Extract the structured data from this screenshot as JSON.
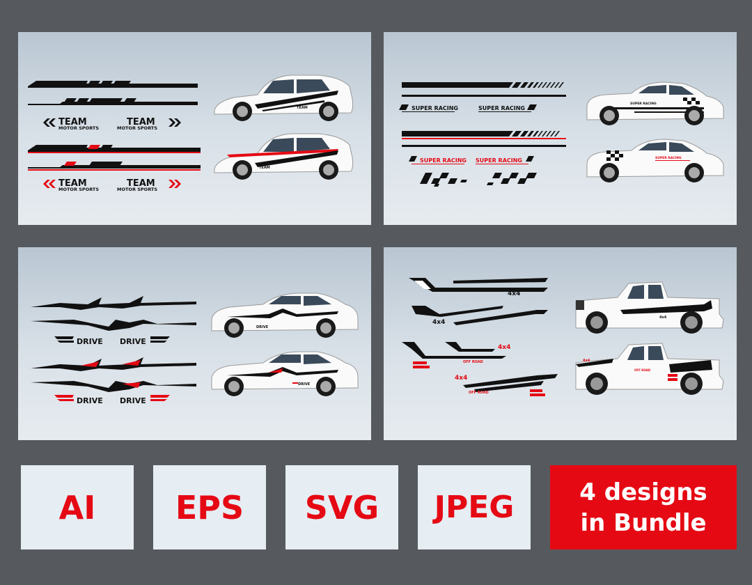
{
  "panels": {
    "team": {
      "title": "TEAM",
      "subtitle": "MOTOR SPORTS",
      "car_label": "TEAM"
    },
    "racing": {
      "label": "SUPER RACING"
    },
    "drive": {
      "label": "DRIVE"
    },
    "offroad": {
      "label": "4x4",
      "sublabel": "OFF ROAD"
    }
  },
  "formats": [
    "AI",
    "EPS",
    "SVG",
    "JPEG"
  ],
  "bundle": "4 designs\nin Bundle",
  "colors": {
    "accent": "#e50914",
    "dark": "#111111",
    "background": "#565a5e",
    "panel": "#d9e1e8",
    "format_card": "#e6edf3"
  }
}
